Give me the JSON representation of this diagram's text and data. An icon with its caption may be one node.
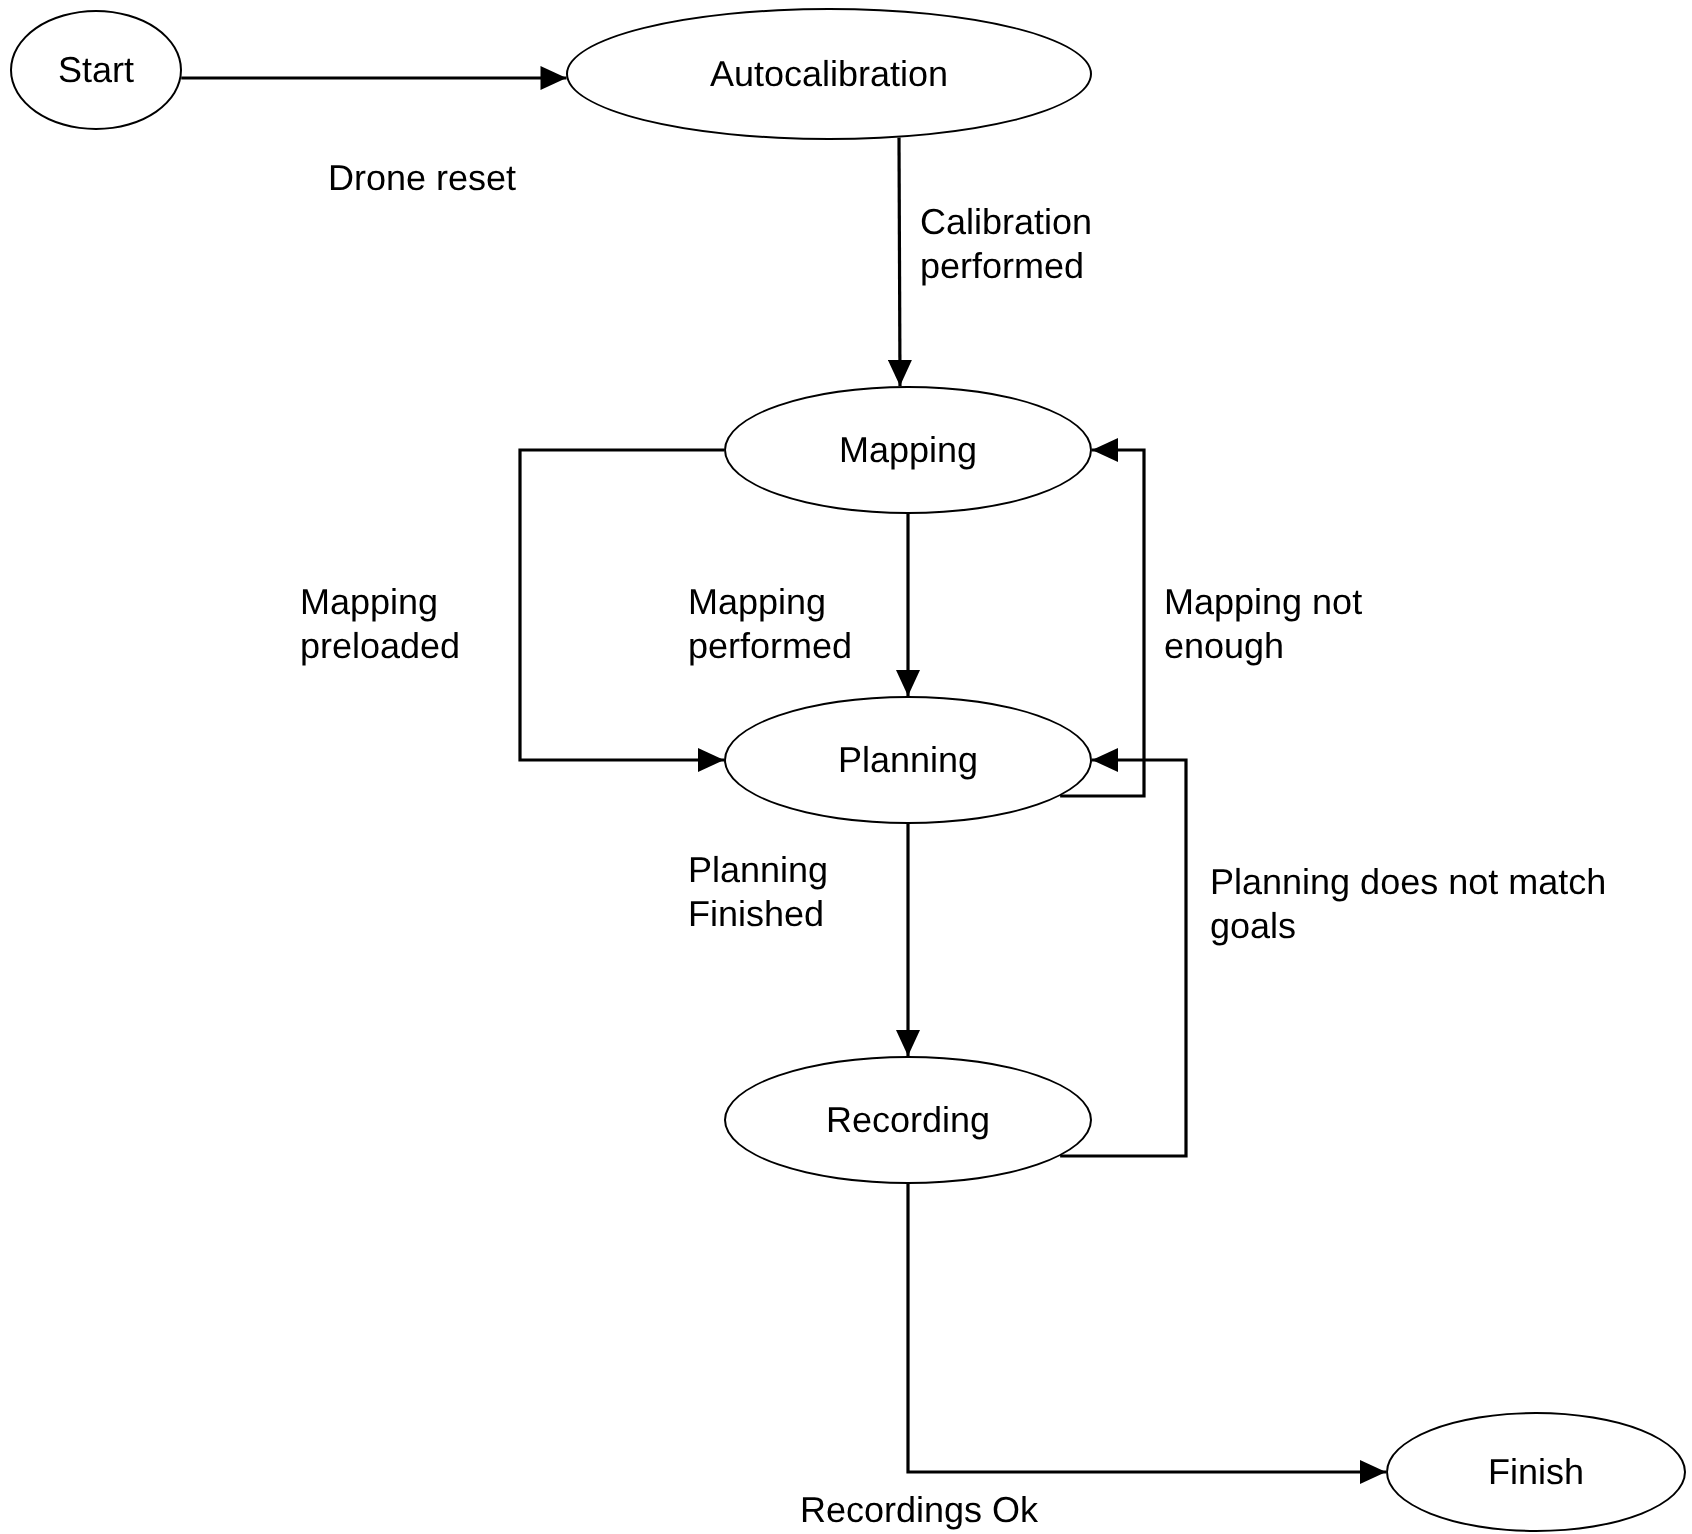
{
  "diagram": {
    "nodes": [
      {
        "text": [
          "Start"
        ]
      },
      {
        "text": [
          "Autocalibration"
        ]
      },
      {
        "text": [
          "Mapping"
        ]
      },
      {
        "text": [
          "Planning"
        ]
      },
      {
        "text": [
          "Recording"
        ]
      },
      {
        "text": [
          "Finish"
        ]
      }
    ],
    "edges": [
      {
        "from": 0,
        "to": 1,
        "arrow": "to",
        "label": "Drone reset"
      },
      {
        "from": 1,
        "to": 2,
        "arrow": "to",
        "label": "Calibration performed"
      },
      {
        "from": 2,
        "to": 3,
        "arrow": "to",
        "label": "Mapping preloaded"
      },
      {
        "from": 2,
        "to": 3,
        "arrow": "to",
        "label": "Mapping performed"
      },
      {
        "from": 3,
        "to": 2,
        "arrow": "to",
        "label": "Mapping not enough"
      },
      {
        "from": 3,
        "to": 4,
        "arrow": "to",
        "label": "Planning Finished"
      },
      {
        "from": 4,
        "to": 3,
        "arrow": "to",
        "label": "Planning does not match goals"
      },
      {
        "from": 4,
        "to": 5,
        "arrow": "to",
        "label": "Recordings Ok"
      }
    ]
  }
}
